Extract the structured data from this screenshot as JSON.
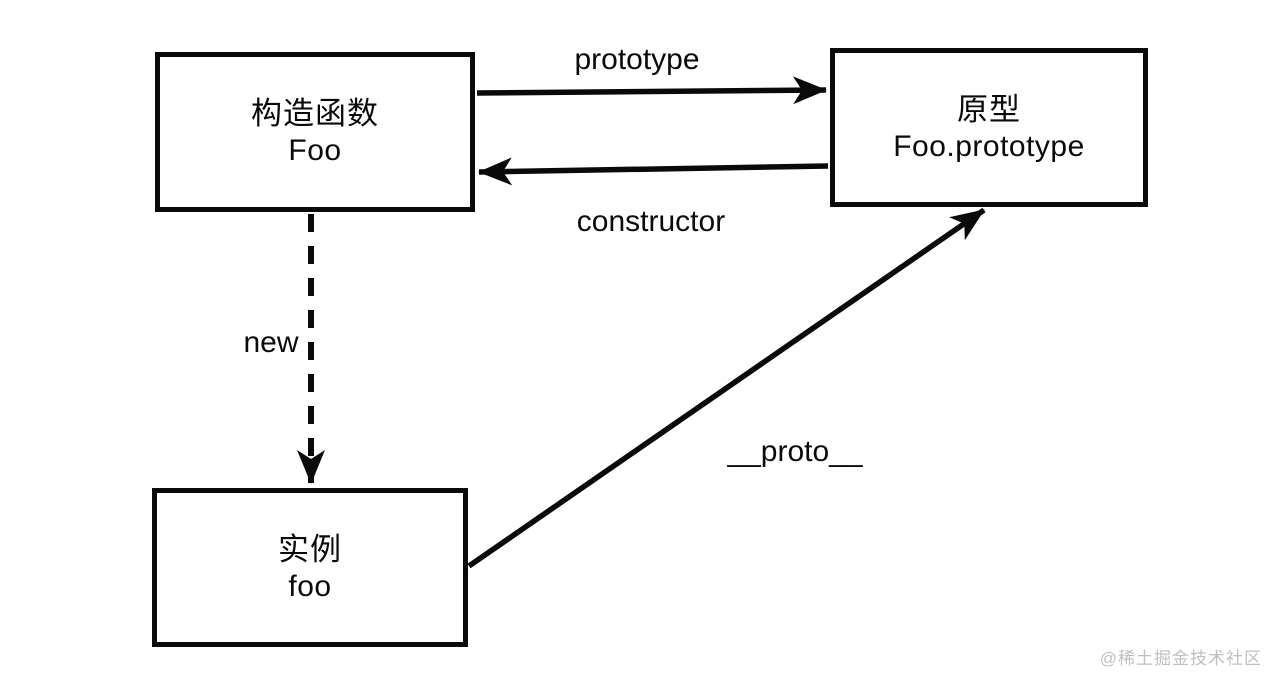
{
  "diagram": {
    "nodes": {
      "constructor_fn": {
        "title": "构造函数",
        "subtitle": "Foo"
      },
      "prototype_obj": {
        "title": "原型",
        "subtitle": "Foo.prototype"
      },
      "instance": {
        "title": "实例",
        "subtitle": "foo"
      }
    },
    "edges": {
      "prototype": {
        "label": "prototype",
        "from": "constructor_fn",
        "to": "prototype_obj",
        "style": "solid"
      },
      "constructor": {
        "label": "constructor",
        "from": "prototype_obj",
        "to": "constructor_fn",
        "style": "solid"
      },
      "new": {
        "label": "new",
        "from": "constructor_fn",
        "to": "instance",
        "style": "dashed"
      },
      "proto": {
        "label": "__proto__",
        "from": "instance",
        "to": "prototype_obj",
        "style": "solid"
      }
    },
    "colors": {
      "line": "#0a0a0a",
      "text": "#0a0a0a",
      "background": "#ffffff",
      "watermark": "#bfbfbf"
    }
  },
  "watermark": {
    "text": "@稀土掘金技术社区"
  }
}
